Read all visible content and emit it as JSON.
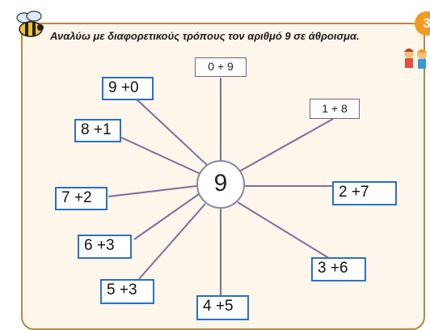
{
  "page_number": "3",
  "instruction": "Αναλύω με διαφορετικούς τρόπους τον αριθμό 9 σε άθροισμα.",
  "center_number": "9",
  "printed_sums": [
    "0 + 9",
    "1 + 8"
  ],
  "answers": [
    "9 +0",
    "8 +1",
    "7 +2",
    "6 +3",
    "5 +3",
    "4 +5",
    "3 +6",
    "2  +7"
  ],
  "icons": [
    "bee-icon",
    "children-icon"
  ],
  "colors": {
    "answer_border": "#2a6fc9",
    "frame_border": "#b8864a",
    "page_badge": "#f39a1e"
  }
}
